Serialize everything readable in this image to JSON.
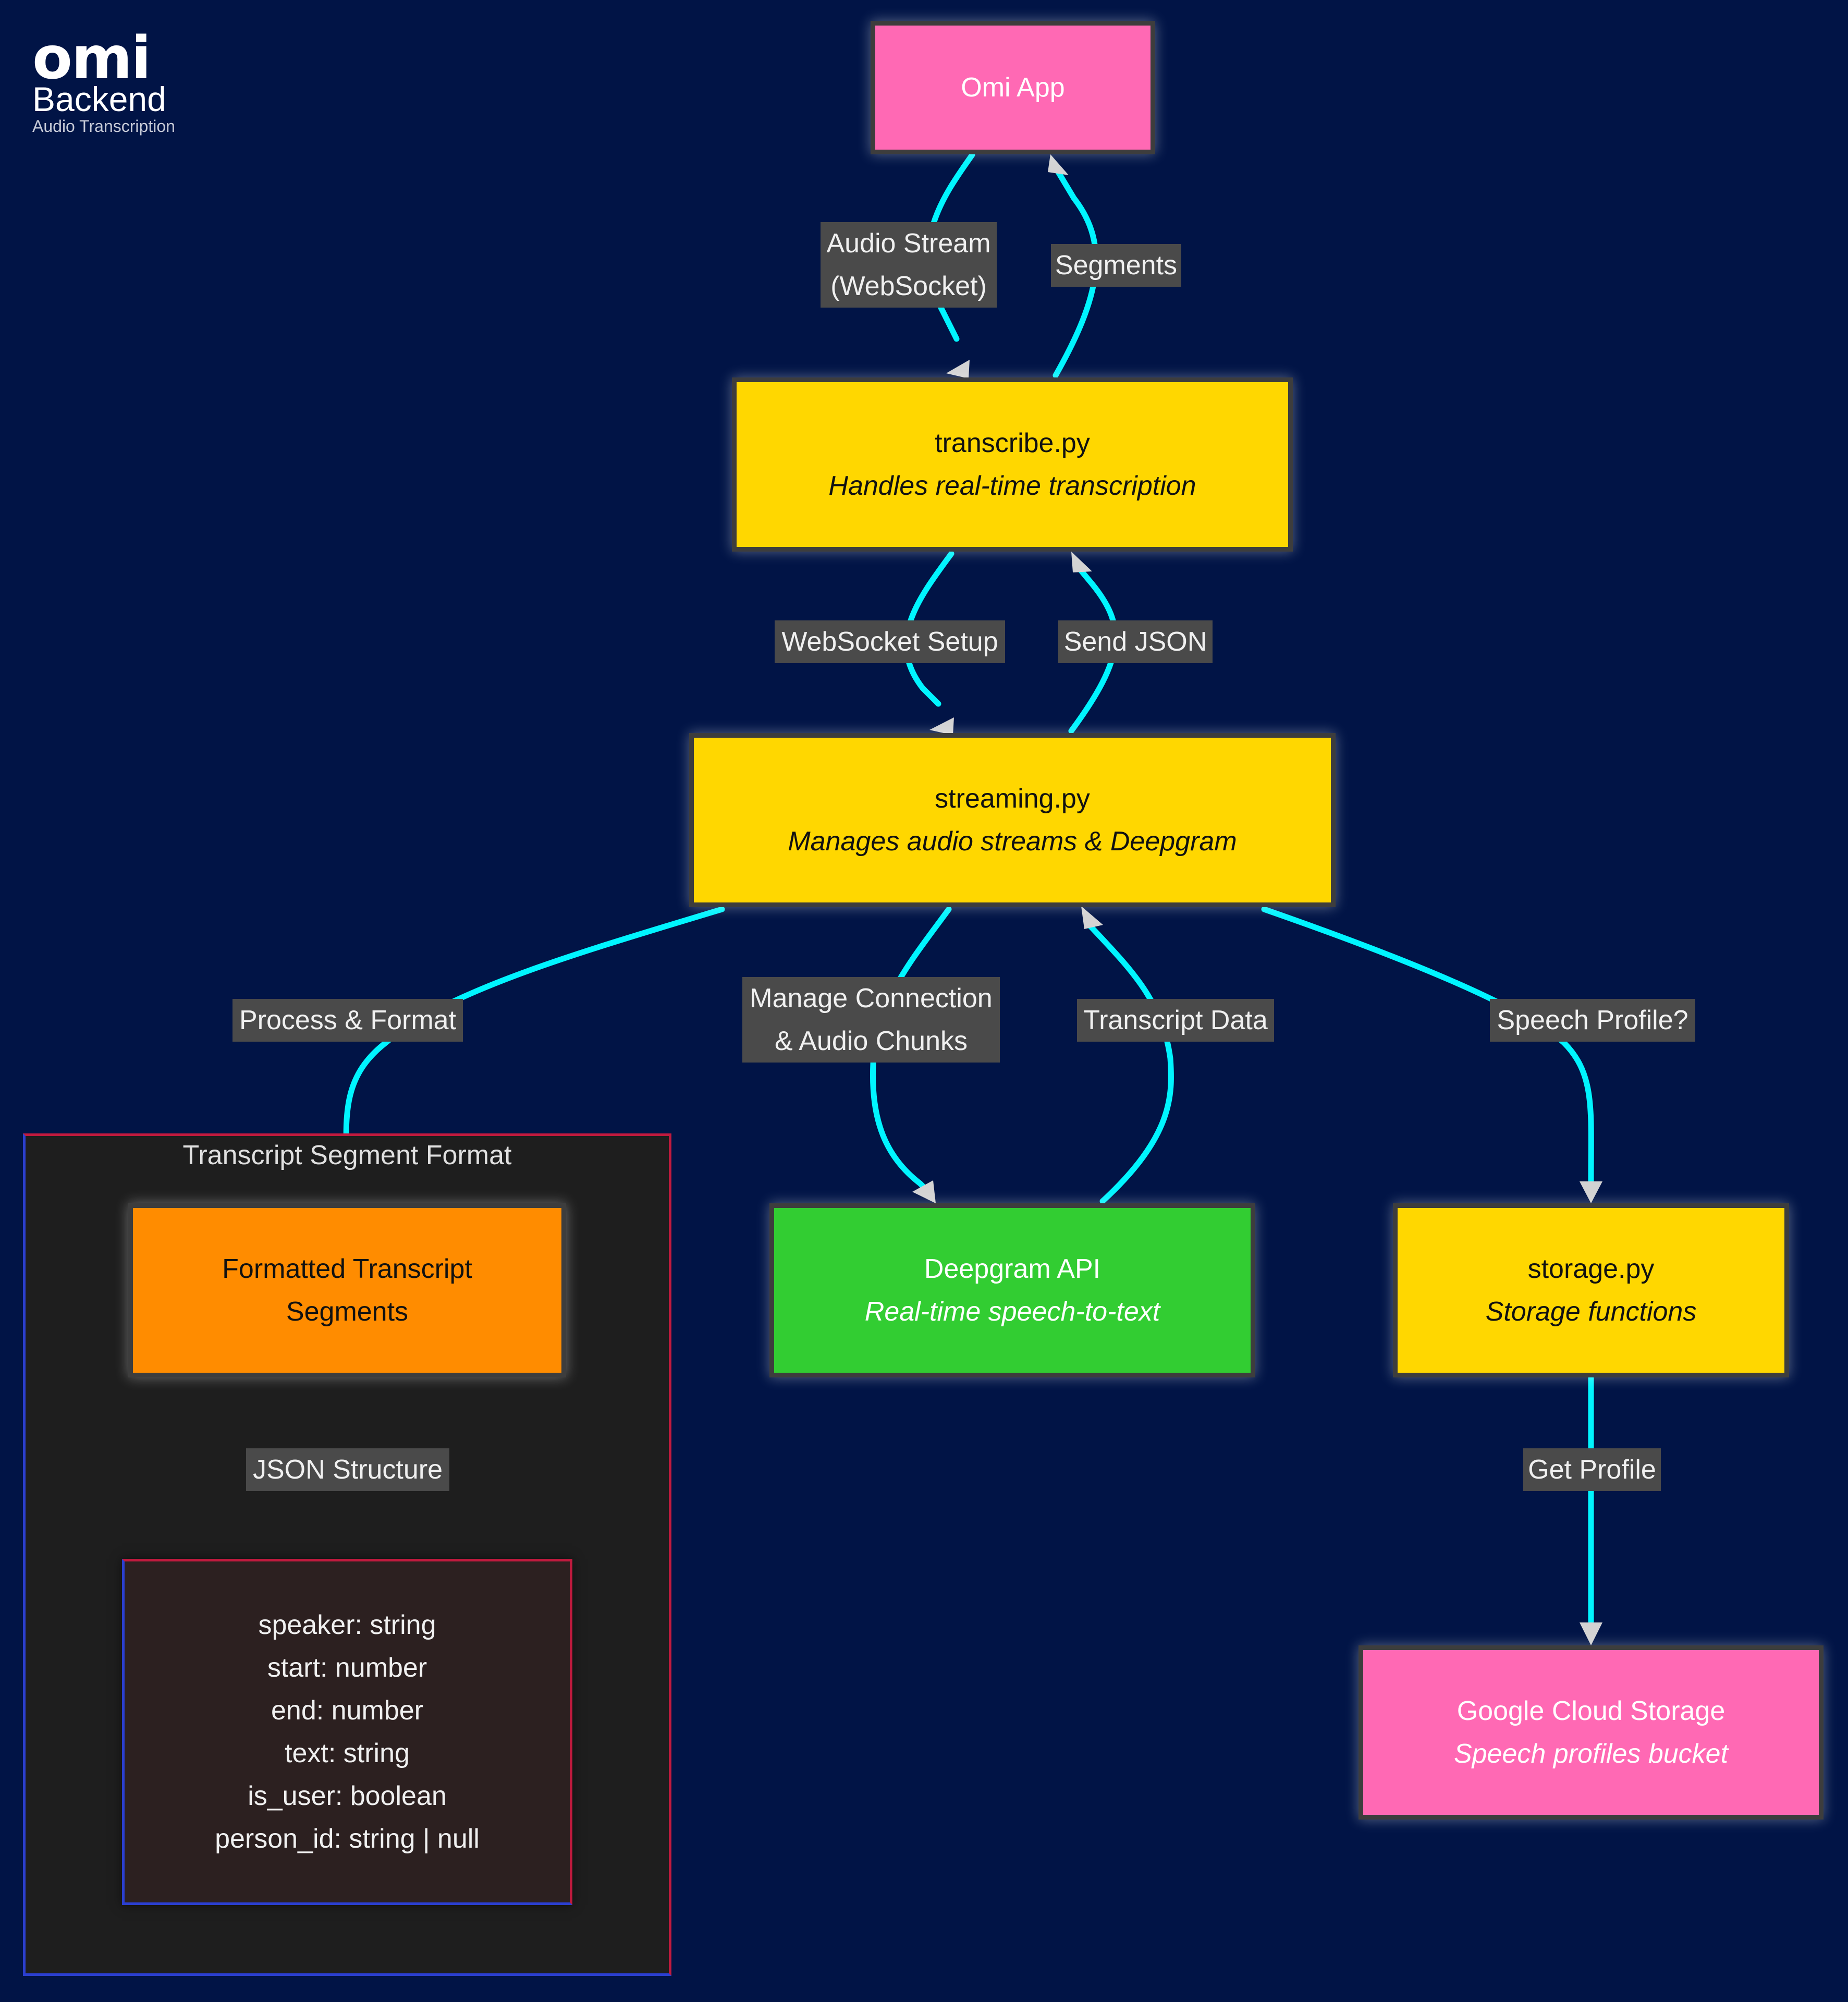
{
  "logo": {
    "mark": "omi",
    "title": "Backend",
    "subtitle": "Audio Transcription"
  },
  "nodes": {
    "omi_app": {
      "title": "Omi App"
    },
    "transcribe": {
      "title": "transcribe.py",
      "subtitle": "Handles real-time transcription"
    },
    "streaming": {
      "title": "streaming.py",
      "subtitle": "Manages audio streams & Deepgram"
    },
    "formatted": {
      "title_line1": "Formatted Transcript",
      "title_line2": "Segments"
    },
    "deepgram": {
      "title": "Deepgram API",
      "subtitle": "Real-time speech-to-text"
    },
    "storage": {
      "title": "storage.py",
      "subtitle": "Storage functions"
    },
    "gcs": {
      "title": "Google Cloud Storage",
      "subtitle": "Speech profiles bucket"
    }
  },
  "cluster": {
    "title": "Transcript Segment Format"
  },
  "json_fields": [
    "speaker: string",
    "start: number",
    "end: number",
    "text: string",
    "is_user: boolean",
    "person_id: string | null"
  ],
  "edges": {
    "audio_stream": {
      "line1": "Audio Stream",
      "line2": "(WebSocket)"
    },
    "segments": "Segments",
    "websocket_setup": "WebSocket Setup",
    "send_json": "Send JSON",
    "process_format": "Process & Format",
    "manage_connection": {
      "line1": "Manage Connection",
      "line2": "& Audio Chunks"
    },
    "transcript_data": "Transcript Data",
    "speech_profile": "Speech Profile?",
    "json_structure": "JSON Structure",
    "get_profile": "Get Profile"
  },
  "colors": {
    "background": "#011446",
    "edge": "#00f5ff",
    "arrowhead": "#d3d3d3",
    "pink_node": "#ff69b4",
    "yellow_node": "#ffd700",
    "orange_node": "#ff8c00",
    "green_node": "#32cd32"
  }
}
